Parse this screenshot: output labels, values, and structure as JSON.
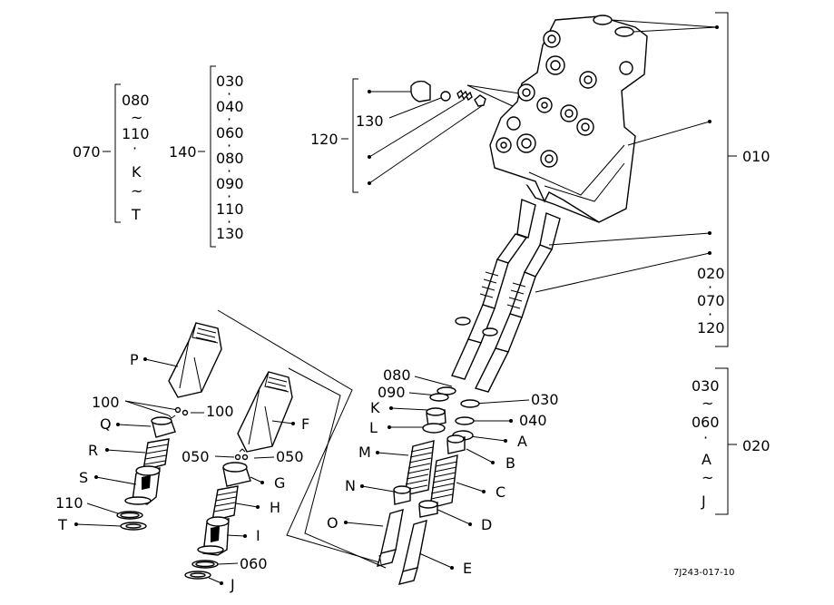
{
  "figure_code": "7J243-017-10",
  "groups": {
    "g070": {
      "label": "070",
      "items": [
        "080",
        "~",
        "110",
        "·",
        "K",
        "~",
        "T"
      ]
    },
    "g140": {
      "label": "140",
      "items": [
        "030",
        "·",
        "040",
        "·",
        "060",
        "·",
        "080",
        "·",
        "090",
        "·",
        "110",
        "·",
        "130"
      ]
    },
    "g120": {
      "label": "120"
    },
    "g010": {
      "label": "010"
    },
    "g020a": {
      "items": [
        "020",
        "·",
        "070",
        "·",
        "120"
      ]
    },
    "g020b": {
      "label": "020",
      "items": [
        "030",
        "~",
        "060",
        "·",
        "A",
        "~",
        "J"
      ]
    }
  },
  "callouts": {
    "c130": "130",
    "P": "P",
    "Q": "Q",
    "R": "R",
    "S": "S",
    "T": "T",
    "J": "J",
    "c100a": "100",
    "c100b": "100",
    "c110": "110",
    "F": "F",
    "G": "G",
    "H": "H",
    "I": "I",
    "c050a": "050",
    "c050b": "050",
    "c060": "060",
    "c080": "080",
    "c090": "090",
    "K": "K",
    "L": "L",
    "M": "M",
    "N": "N",
    "O": "O",
    "c030": "030",
    "c040": "040",
    "A": "A",
    "B": "B",
    "C": "C",
    "D": "D",
    "E": "E"
  }
}
